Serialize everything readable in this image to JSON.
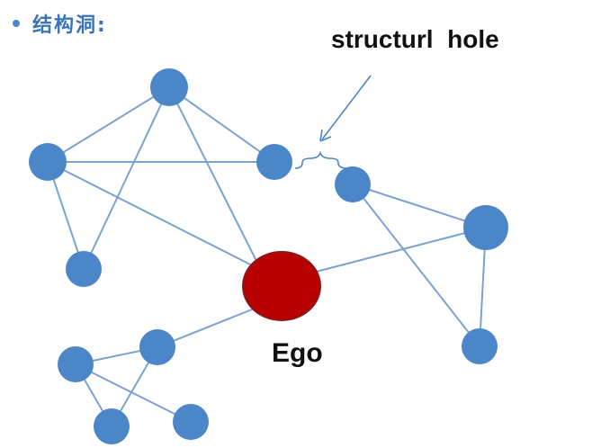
{
  "heading": {
    "text": "结构洞:"
  },
  "annotation": {
    "label": "structurl  hole"
  },
  "ego": {
    "label": "Ego"
  },
  "colors": {
    "node": "#4a86c8",
    "edge": "#7aa3d1",
    "ego": "#b80000",
    "ego_stroke": "#8a1a1a",
    "heading": "#3a73b8",
    "arrow": "#4a86c8"
  }
}
